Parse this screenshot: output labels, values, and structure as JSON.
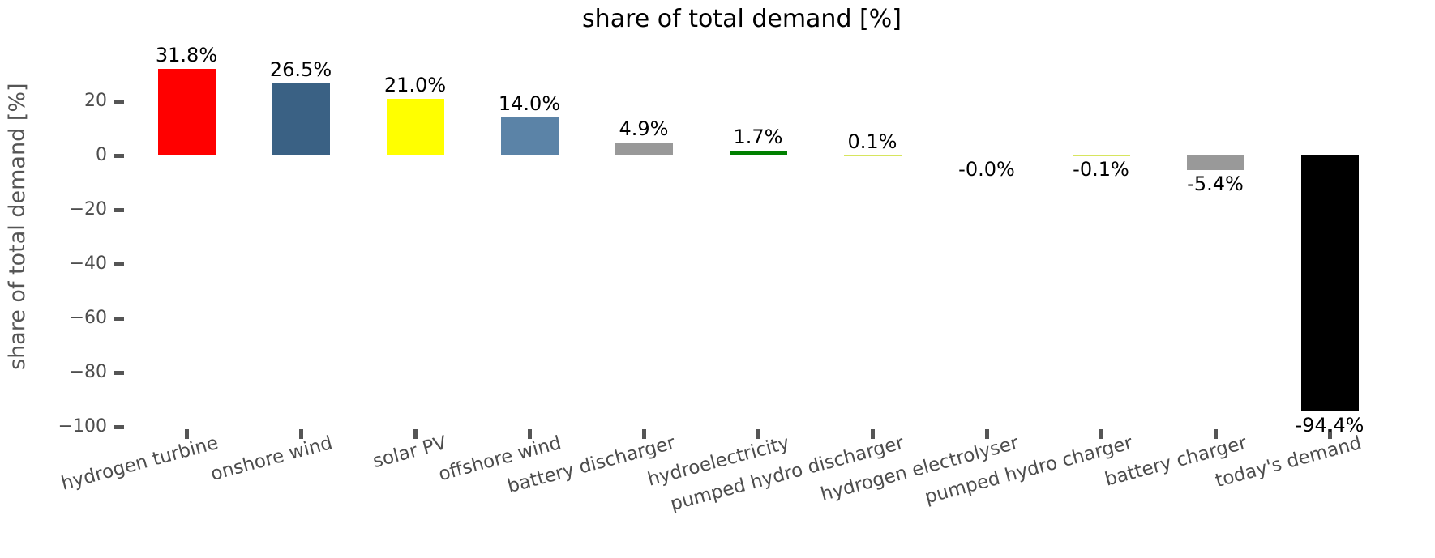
{
  "chart_data": {
    "type": "bar",
    "title": "share of total demand [%]",
    "ylabel": "share of total demand [%]",
    "xlabel": "",
    "categories": [
      "hydrogen turbine",
      "onshore wind",
      "solar PV",
      "offshore wind",
      "battery discharger",
      "hydroelectricity",
      "pumped hydro discharger",
      "hydrogen electrolyser",
      "pumped hydro charger",
      "battery charger",
      "today's demand"
    ],
    "values": [
      31.8,
      26.5,
      21.0,
      14.0,
      4.9,
      1.7,
      0.1,
      -0.0,
      -0.1,
      -5.4,
      -94.4
    ],
    "value_labels": [
      "31.8%",
      "26.5%",
      "21.0%",
      "14.0%",
      "4.9%",
      "1.7%",
      "0.1%",
      "-0.0%",
      "-0.1%",
      "-5.4%",
      "-94.4%"
    ],
    "bar_colors": [
      "#ff0000",
      "#3a6184",
      "#ffff00",
      "#5b83a7",
      "#999999",
      "#008000",
      "#d7e55f",
      "#cccccc",
      "#d7e55f",
      "#999999",
      "#000000"
    ],
    "yticks": [
      20,
      0,
      -20,
      -40,
      -60,
      -80,
      -100
    ],
    "ytick_labels": [
      "20",
      "0",
      "−20",
      "−40",
      "−60",
      "−80",
      "−100"
    ],
    "ylim": [
      -100,
      40
    ],
    "grid": false,
    "legend": "none",
    "axis_color": "#555555",
    "tick_label_color": "#4d4d4d",
    "title_color": "#000000",
    "value_label_color": "#000000"
  }
}
